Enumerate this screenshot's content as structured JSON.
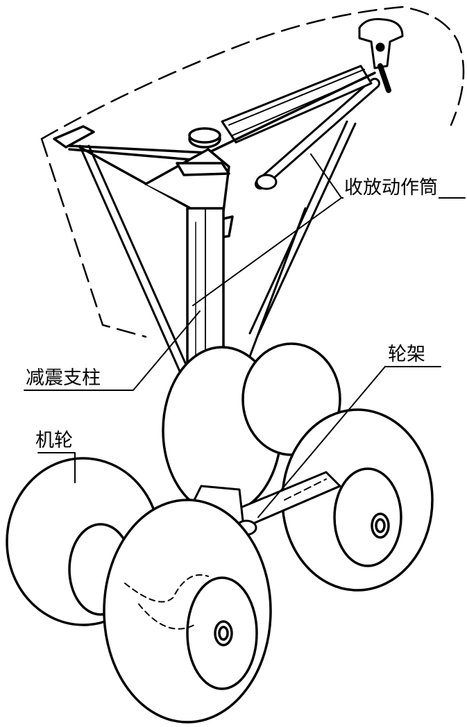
{
  "labels": {
    "actuator": "收放动作筒",
    "shock_strut": "减震支柱",
    "bogie": "轮架",
    "wheel": "机轮"
  },
  "colors": {
    "ink": "#000000",
    "paper": "#ffffff"
  }
}
